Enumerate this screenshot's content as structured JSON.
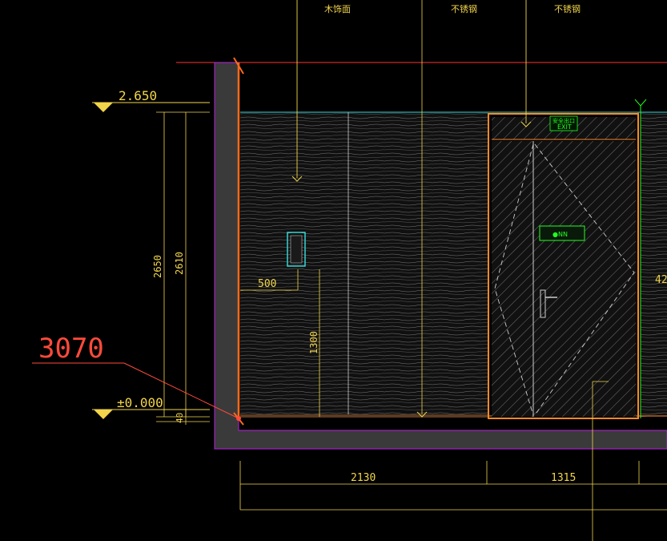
{
  "callouts": [
    "木饰面",
    "不锈钢",
    "不锈钢"
  ],
  "levels": {
    "top": "2.650",
    "zero": "±0.000"
  },
  "section_mark": "3070",
  "dimensions": {
    "v_outer": "2650",
    "v_inner": "2610",
    "v_base": "40",
    "v_panel": "1300",
    "h_panel": "500",
    "right_partial": "42",
    "bottom_left": "2130",
    "bottom_right": "1315"
  },
  "exit_sign": {
    "cn": "安全出口",
    "en": "EXIT"
  },
  "door_sign": "●NN",
  "colors": {
    "background": "#000000",
    "wall": "#3a3a3a",
    "wall_outline": "#a020c0",
    "dim": "#f2d54a",
    "red": "#ff3333",
    "orange": "#ff8a2a",
    "cyan": "#36d4d4",
    "green": "#22ff22",
    "hatch": "#9a9a9a"
  }
}
